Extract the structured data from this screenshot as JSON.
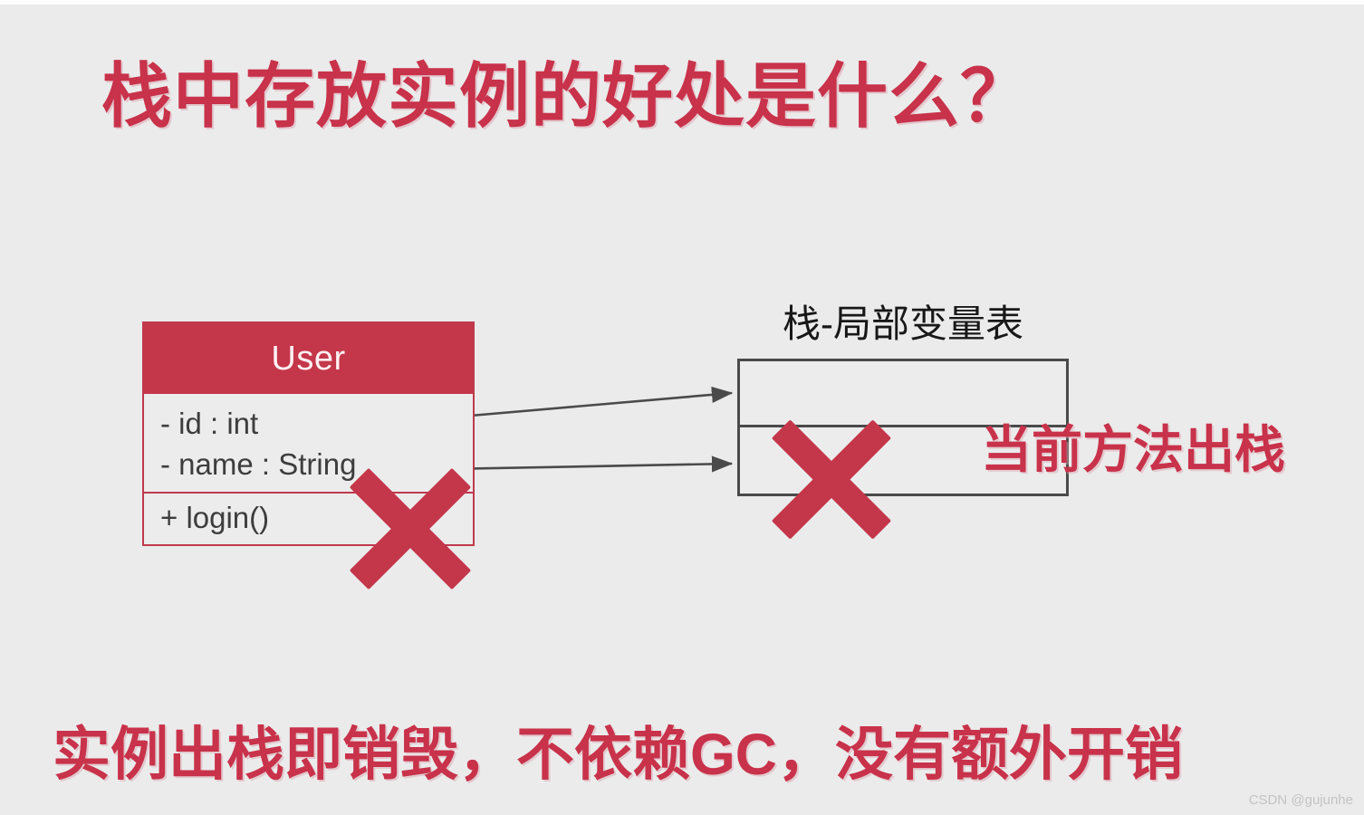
{
  "slide": {
    "background_color": "#ebebeb",
    "accent_red": "#c4364a",
    "title_red": "#c8324a",
    "title": "栈中存放实例的好处是什么？"
  },
  "uml": {
    "class_name": "User",
    "attributes": [
      "-  id : int",
      "-  name : String"
    ],
    "methods": [
      "+ login()"
    ],
    "border_color": "#c0394e",
    "header_bg": "#c4364a",
    "header_text_color": "#fdf0f2"
  },
  "stack": {
    "label": "栈-局部变量表",
    "border_color": "#4a4a4a",
    "rows": [
      "",
      ""
    ]
  },
  "annotations": {
    "pop_note": "当前方法出栈",
    "caption": "实例出栈即销毁，不依赖GC，没有额外开销"
  },
  "marks": {
    "uml_cross": "red-cross-mark",
    "stack_cross": "red-cross-mark"
  },
  "connectors": [
    {
      "name": "arrow-id-to-stack-row-1",
      "from": "id : int",
      "to": "stack row 1"
    },
    {
      "name": "arrow-name-to-stack-row-2",
      "from": "name : String",
      "to": "stack row 2"
    }
  ],
  "watermark": "CSDN @gujunhe"
}
